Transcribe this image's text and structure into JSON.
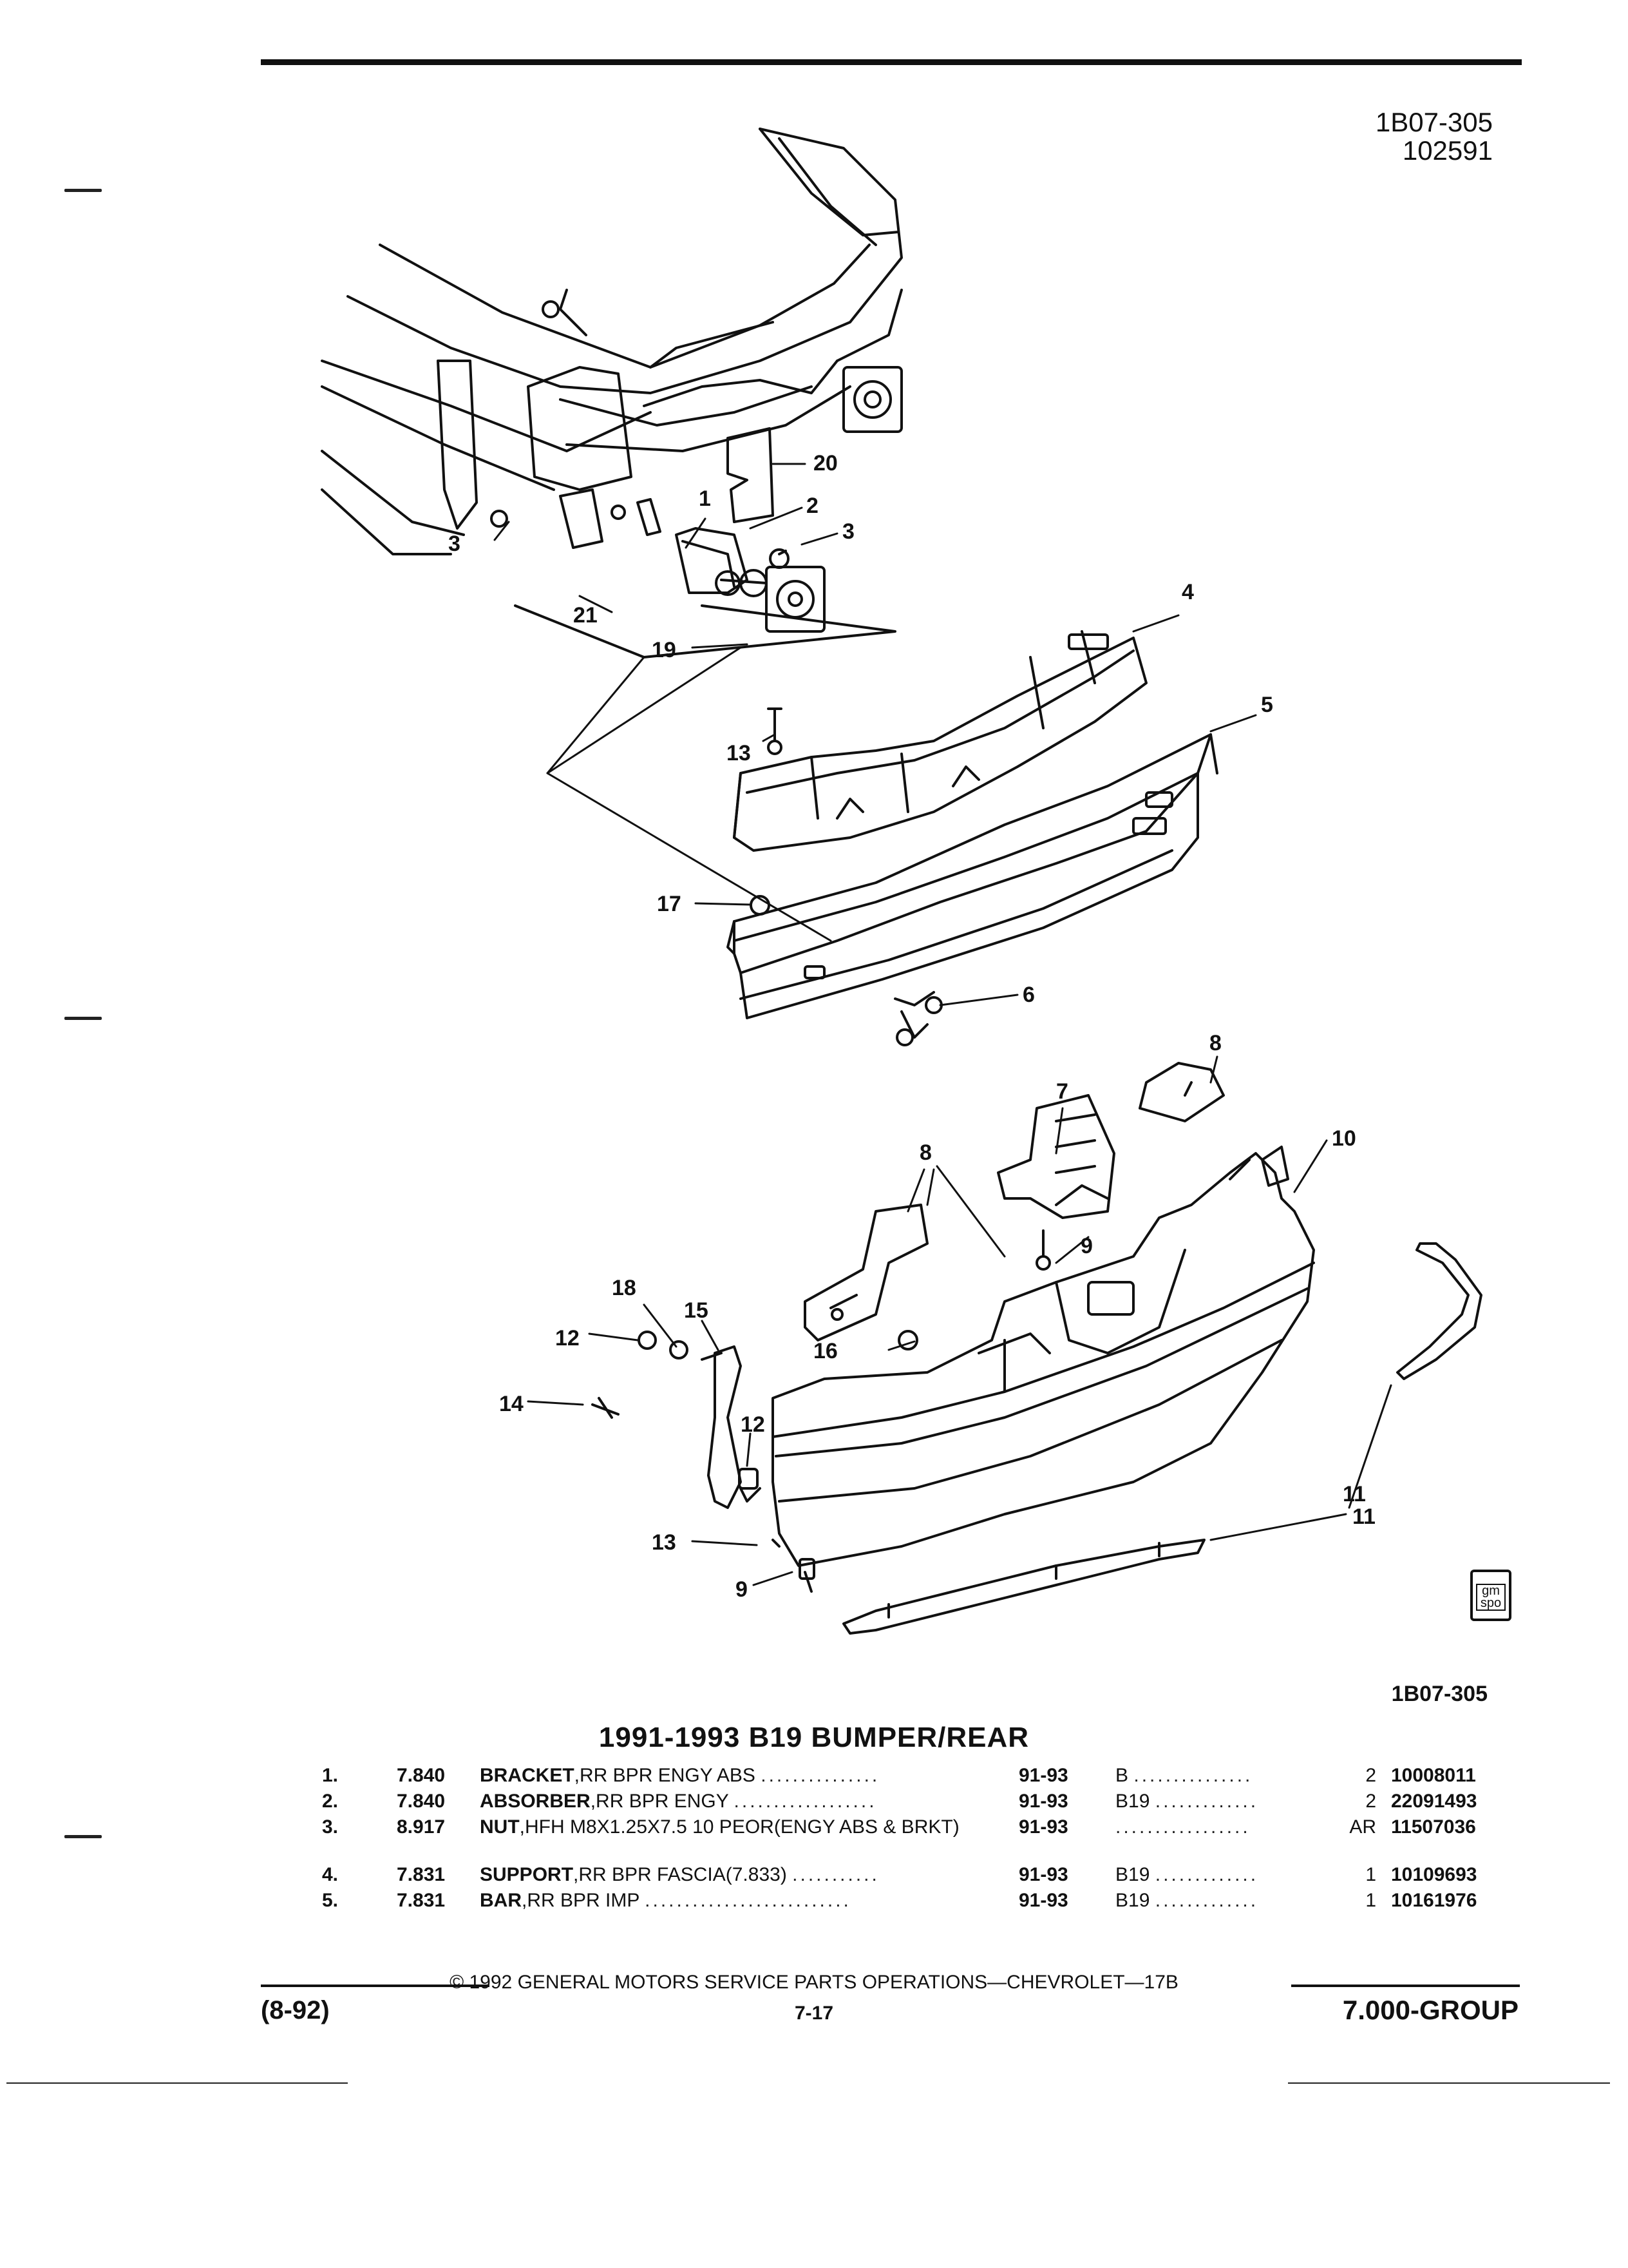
{
  "header": {
    "code": "1B07-305",
    "date_code": "102591"
  },
  "diagram": {
    "callouts": [
      {
        "id": "1",
        "text": "1"
      },
      {
        "id": "2",
        "text": "2"
      },
      {
        "id": "3a",
        "text": "3"
      },
      {
        "id": "3b",
        "text": "3"
      },
      {
        "id": "20",
        "text": "20"
      },
      {
        "id": "21",
        "text": "21"
      },
      {
        "id": "19",
        "text": "19"
      },
      {
        "id": "4",
        "text": "4"
      },
      {
        "id": "5",
        "text": "5"
      },
      {
        "id": "13a",
        "text": "13"
      },
      {
        "id": "17",
        "text": "17"
      },
      {
        "id": "6",
        "text": "6"
      },
      {
        "id": "8a",
        "text": "8"
      },
      {
        "id": "7",
        "text": "7"
      },
      {
        "id": "10",
        "text": "10"
      },
      {
        "id": "8b",
        "text": "8"
      },
      {
        "id": "9a",
        "text": "9"
      },
      {
        "id": "18",
        "text": "18"
      },
      {
        "id": "15",
        "text": "15"
      },
      {
        "id": "12a",
        "text": "12"
      },
      {
        "id": "16",
        "text": "16"
      },
      {
        "id": "14",
        "text": "14"
      },
      {
        "id": "12b",
        "text": "12"
      },
      {
        "id": "11a",
        "text": "11"
      },
      {
        "id": "11b",
        "text": "11"
      },
      {
        "id": "13b",
        "text": "13"
      },
      {
        "id": "9b",
        "text": "9"
      }
    ],
    "logo_text": [
      "gm",
      "spo"
    ],
    "figure_code": "1B07-305"
  },
  "section_title": "1991-1993 B19 BUMPER/REAR",
  "parts": [
    {
      "num": "1.",
      "code": "7.840",
      "name": "BRACKET",
      "desc": ",RR BPR ENGY ABS",
      "dots": "...............",
      "years": "91-93",
      "model": "B",
      "model_dots": "...............",
      "qty": "2",
      "pn": "10008011"
    },
    {
      "num": "2.",
      "code": "7.840",
      "name": "ABSORBER",
      "desc": ",RR BPR ENGY",
      "dots": "..................",
      "years": "91-93",
      "model": "B19",
      "model_dots": ".............",
      "qty": "2",
      "pn": "22091493"
    },
    {
      "num": "3.",
      "code": "8.917",
      "name": "NUT",
      "desc": ",HFH M8X1.25X7.5 10 PEOR(ENGY ABS & BRKT)",
      "dots": "",
      "years": "91-93",
      "model": "",
      "model_dots": ".................",
      "qty": "AR",
      "pn": "11507036"
    },
    {
      "num": "4.",
      "code": "7.831",
      "name": "SUPPORT",
      "desc": ",RR BPR FASCIA(7.833)",
      "dots": "...........",
      "years": "91-93",
      "model": "B19",
      "model_dots": ".............",
      "qty": "1",
      "pn": "10109693"
    },
    {
      "num": "5.",
      "code": "7.831",
      "name": "BAR",
      "desc": ",RR BPR IMP",
      "dots": "..........................",
      "years": "91-93",
      "model": "B19",
      "model_dots": ".............",
      "qty": "1",
      "pn": "10161976"
    }
  ],
  "footer": {
    "copyright": "© 1992 GENERAL MOTORS SERVICE PARTS OPERATIONS—CHEVROLET—17B",
    "revision": "(8-92)",
    "page": "7-17",
    "group": "7.000-GROUP"
  }
}
